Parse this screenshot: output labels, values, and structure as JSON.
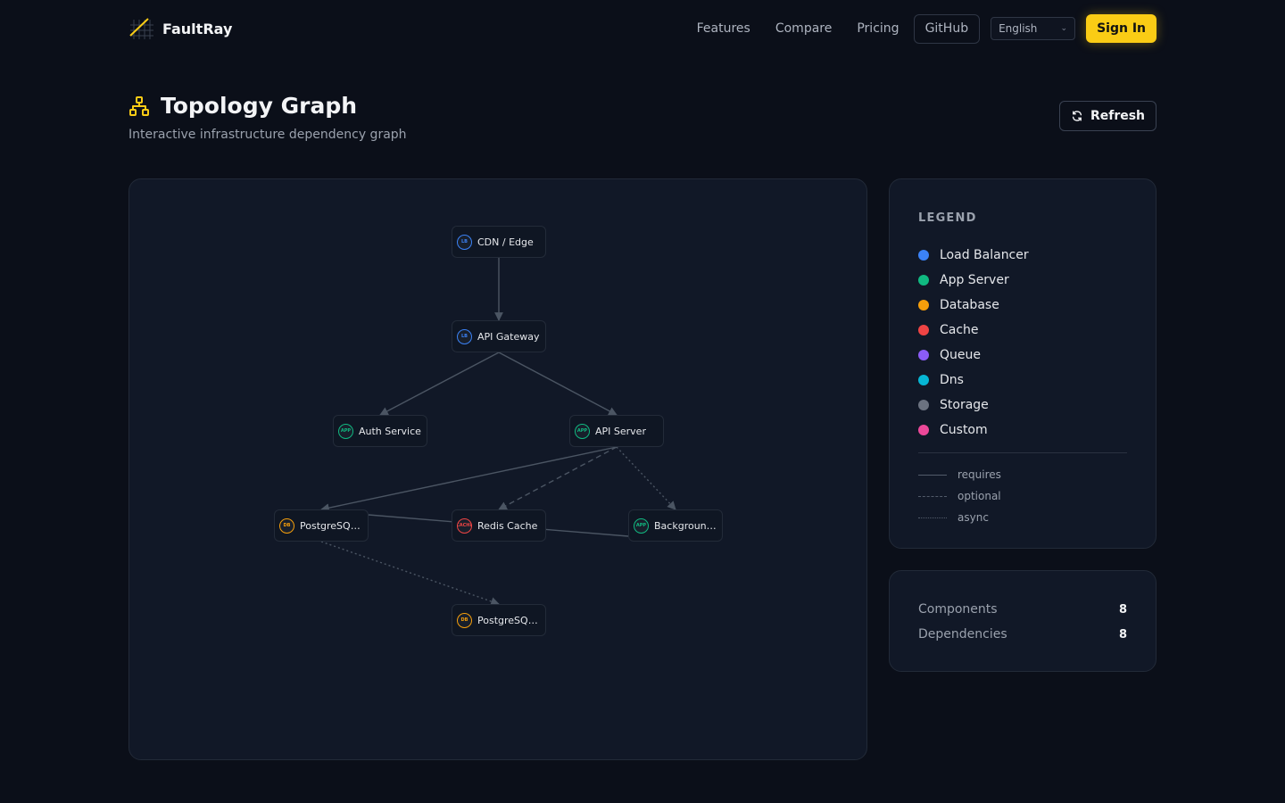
{
  "nav": {
    "brand": "FaultRay",
    "links": [
      "Features",
      "Compare",
      "Pricing"
    ],
    "github": "GitHub",
    "language": "English",
    "signin": "Sign In"
  },
  "header": {
    "title": "Topology Graph",
    "subtitle": "Interactive infrastructure dependency graph",
    "refresh": "Refresh"
  },
  "graph": {
    "nodes": [
      {
        "id": "cdn",
        "label": "CDN / Edge",
        "badge": "LB",
        "type": "lb"
      },
      {
        "id": "gw",
        "label": "API Gateway",
        "badge": "LB",
        "type": "lb"
      },
      {
        "id": "auth",
        "label": "Auth Service",
        "badge": "APP",
        "type": "app"
      },
      {
        "id": "api",
        "label": "API Server",
        "badge": "APP",
        "type": "app"
      },
      {
        "id": "pgp",
        "label": "PostgreSQL Pr...",
        "badge": "DB",
        "type": "db"
      },
      {
        "id": "redis",
        "label": "Redis Cache",
        "badge": "CACHE",
        "type": "cache"
      },
      {
        "id": "bg",
        "label": "Background Wo...",
        "badge": "APP",
        "type": "app"
      },
      {
        "id": "pgr",
        "label": "PostgreSQL Re...",
        "badge": "DB",
        "type": "db"
      }
    ],
    "edges": [
      {
        "from": "cdn",
        "to": "gw",
        "kind": "requires"
      },
      {
        "from": "gw",
        "to": "auth",
        "kind": "requires"
      },
      {
        "from": "gw",
        "to": "api",
        "kind": "requires"
      },
      {
        "from": "api",
        "to": "pgp",
        "kind": "requires"
      },
      {
        "from": "api",
        "to": "redis",
        "kind": "optional"
      },
      {
        "from": "api",
        "to": "bg",
        "kind": "async"
      },
      {
        "from": "pgp",
        "to": "pgr",
        "kind": "async"
      },
      {
        "from": "bg",
        "to": "pgp",
        "kind": "requires"
      }
    ]
  },
  "legend": {
    "title": "LEGEND",
    "items": [
      {
        "label": "Load Balancer",
        "color": "#3b82f6"
      },
      {
        "label": "App Server",
        "color": "#10b981"
      },
      {
        "label": "Database",
        "color": "#f59e0b"
      },
      {
        "label": "Cache",
        "color": "#ef4444"
      },
      {
        "label": "Queue",
        "color": "#8b5cf6"
      },
      {
        "label": "Dns",
        "color": "#06b6d4"
      },
      {
        "label": "Storage",
        "color": "#6b7280"
      },
      {
        "label": "Custom",
        "color": "#ec4899"
      }
    ],
    "edge_types": [
      "requires",
      "optional",
      "async"
    ]
  },
  "stats": {
    "components_label": "Components",
    "components_value": "8",
    "dependencies_label": "Dependencies",
    "dependencies_value": "8"
  },
  "colors": {
    "lb": "#3b82f6",
    "app": "#10b981",
    "db": "#f59e0b",
    "cache": "#ef4444",
    "accent": "#facc15",
    "edge": "#4b5563"
  }
}
